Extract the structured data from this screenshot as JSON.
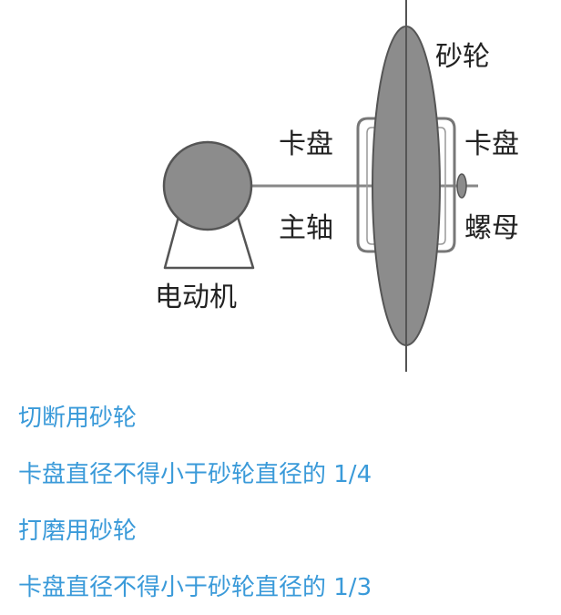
{
  "labels": {
    "wheel": "砂轮",
    "flange_left": "卡盘",
    "flange_right": "卡盘",
    "spindle": "主轴",
    "nut": "螺母",
    "motor": "电动机"
  },
  "notes": [
    "切断用砂轮",
    "卡盘直径不得小于砂轮直径的 1/4",
    "打磨用砂轮",
    "卡盘直径不得小于砂轮直径的 1/3"
  ],
  "colors": {
    "shape_fill": "#8c8c8c",
    "outline": "#555555",
    "line": "#777777",
    "text": "#222222",
    "note_text": "#3a9ad9"
  }
}
